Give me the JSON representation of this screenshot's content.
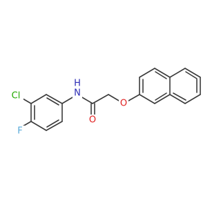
{
  "molecule": {
    "atoms": {
      "cl": {
        "label": "Cl",
        "color": "#22a800"
      },
      "f": {
        "label": "F",
        "color": "#55a8d8"
      },
      "nh": {
        "label": "N",
        "h_label": "H",
        "color": "#2a2ab4"
      },
      "o_carbonyl": {
        "label": "O",
        "color": "#e02020"
      },
      "o_ether": {
        "label": "O",
        "color": "#e02020"
      }
    },
    "bond_color": "#3a3a3a"
  }
}
